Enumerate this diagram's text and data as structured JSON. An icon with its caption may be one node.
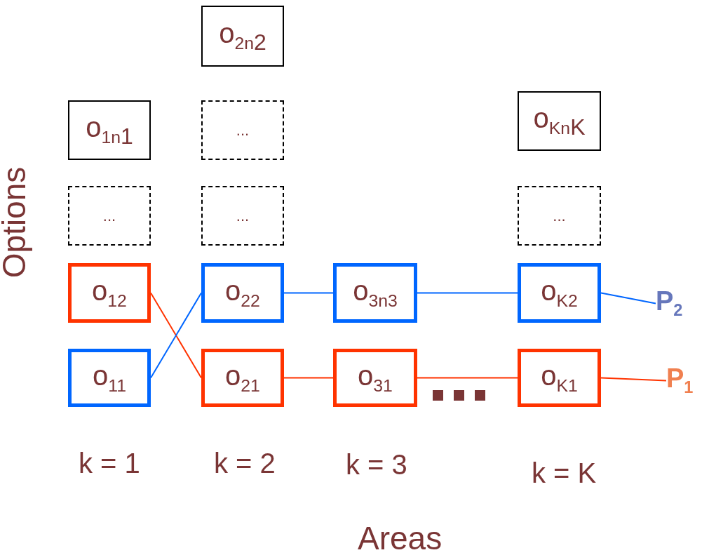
{
  "diagram": {
    "nodes": [
      {
        "text": [
          "o$_{2n}$$_{2}$"
        ]
      },
      {
        "text": [
          "o$_{1n}$$_{1}$"
        ]
      },
      {
        "text": [
          "..."
        ]
      },
      {
        "text": [
          "o$_{Kn}$$_{K}$"
        ]
      },
      {
        "text": [
          "..."
        ]
      },
      {
        "text": [
          "..."
        ]
      },
      {
        "text": [
          "..."
        ]
      },
      {
        "text": [
          "o$_{12}$"
        ]
      },
      {
        "text": [
          "o$_{22}$"
        ]
      },
      {
        "text": [
          "o$_{3n3}$"
        ]
      },
      {
        "text": [
          "o$_{K2}$"
        ]
      },
      {
        "text": [
          "P$_{2}$"
        ]
      },
      {
        "text": [
          "o$_{11}$"
        ]
      },
      {
        "text": [
          "o$_{21}$"
        ]
      },
      {
        "text": [
          "o$_{31}$"
        ]
      },
      {
        "text": [
          "o$_{K1}$"
        ]
      },
      {
        "text": [
          "P$_{1}$"
        ]
      }
    ],
    "edges": [
      {
        "from": 7,
        "to": 13,
        "arrow": "none",
        "color": "#ff3300"
      },
      {
        "from": 13,
        "to": 14,
        "arrow": "none",
        "color": "#ff3300"
      },
      {
        "from": 14,
        "to": 15,
        "arrow": "none",
        "color": "#ff3300"
      },
      {
        "from": 15,
        "to": 16,
        "arrow": "none",
        "color": "#ff3300"
      },
      {
        "from": 12,
        "to": 8,
        "arrow": "none",
        "color": "#0066ff"
      },
      {
        "from": 8,
        "to": 9,
        "arrow": "none",
        "color": "#0066ff"
      },
      {
        "from": 9,
        "to": 10,
        "arrow": "none",
        "color": "#0066ff"
      },
      {
        "from": 10,
        "to": 11,
        "arrow": "none",
        "color": "#0066ff"
      }
    ],
    "labels": [
      "Options",
      "k = 1",
      "k = 2",
      "k = 3",
      "k = K",
      "Areas"
    ]
  }
}
